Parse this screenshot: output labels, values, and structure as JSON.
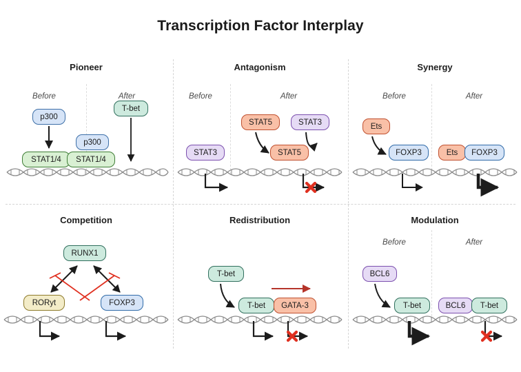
{
  "figure": {
    "title": "Transcription Factor Interplay",
    "before_label": "Before",
    "after_label": "After"
  },
  "colors": {
    "blue_fill": "#d6e4f7",
    "blue_stroke": "#3d6fa8",
    "green_fill": "#d9f0d3",
    "green_stroke": "#3e7d35",
    "teal_fill": "#cdeade",
    "teal_stroke": "#2f6e5c",
    "orange_fill": "#f9c0a7",
    "orange_stroke": "#c0502f",
    "purple_fill": "#e6dbf5",
    "purple_stroke": "#7b4fae",
    "yellow_fill": "#f3ecc8",
    "yellow_stroke": "#8d7a2a",
    "arrow_black": "#1c1c1c",
    "inhibit_red": "#e03020",
    "slide_red": "#b5342a",
    "dna_gray": "#8a8a8a",
    "divider_gray": "#d4d4d4"
  },
  "panels": [
    {
      "id": "pioneer",
      "title": "Pioneer",
      "has_before_after": true,
      "nodes": [
        {
          "name": "p300-before",
          "label": "p300",
          "color": "blue"
        },
        {
          "name": "stat14-before",
          "label": "STAT1/4",
          "color": "green"
        },
        {
          "name": "tbet-after",
          "label": "T-bet",
          "color": "teal"
        },
        {
          "name": "p300-after",
          "label": "p300",
          "color": "blue"
        },
        {
          "name": "stat14-after",
          "label": "STAT1/4",
          "color": "green"
        }
      ]
    },
    {
      "id": "antagonism",
      "title": "Antagonism",
      "has_before_after": true,
      "nodes": [
        {
          "name": "stat3-before",
          "label": "STAT3",
          "color": "purple"
        },
        {
          "name": "stat5-free",
          "label": "STAT5",
          "color": "orange"
        },
        {
          "name": "stat3-displaced",
          "label": "STAT3",
          "color": "purple"
        },
        {
          "name": "stat5-bound",
          "label": "STAT5",
          "color": "orange"
        }
      ]
    },
    {
      "id": "synergy",
      "title": "Synergy",
      "has_before_after": true,
      "nodes": [
        {
          "name": "ets-free",
          "label": "Ets",
          "color": "orange"
        },
        {
          "name": "foxp3-before",
          "label": "FOXP3",
          "color": "lblue"
        },
        {
          "name": "ets-bound",
          "label": "Ets",
          "color": "orange"
        },
        {
          "name": "foxp3-after",
          "label": "FOXP3",
          "color": "lblue"
        }
      ]
    },
    {
      "id": "competition",
      "title": "Competition",
      "has_before_after": false,
      "nodes": [
        {
          "name": "runx1",
          "label": "RUNX1",
          "color": "teal"
        },
        {
          "name": "roryt",
          "label": "RORyt",
          "color": "yellow"
        },
        {
          "name": "foxp3",
          "label": "FOXP3",
          "color": "lblue"
        }
      ]
    },
    {
      "id": "redistribution",
      "title": "Redistribution",
      "has_before_after": false,
      "nodes": [
        {
          "name": "tbet-free",
          "label": "T-bet",
          "color": "teal"
        },
        {
          "name": "tbet-bound",
          "label": "T-bet",
          "color": "teal"
        },
        {
          "name": "gata3",
          "label": "GATA-3",
          "color": "orange"
        }
      ]
    },
    {
      "id": "modulation",
      "title": "Modulation",
      "has_before_after": true,
      "nodes": [
        {
          "name": "bcl6-free",
          "label": "BCL6",
          "color": "purple"
        },
        {
          "name": "tbet-before",
          "label": "T-bet",
          "color": "teal"
        },
        {
          "name": "bcl6-bound",
          "label": "BCL6",
          "color": "purple"
        },
        {
          "name": "tbet-after",
          "label": "T-bet",
          "color": "teal"
        }
      ]
    }
  ]
}
